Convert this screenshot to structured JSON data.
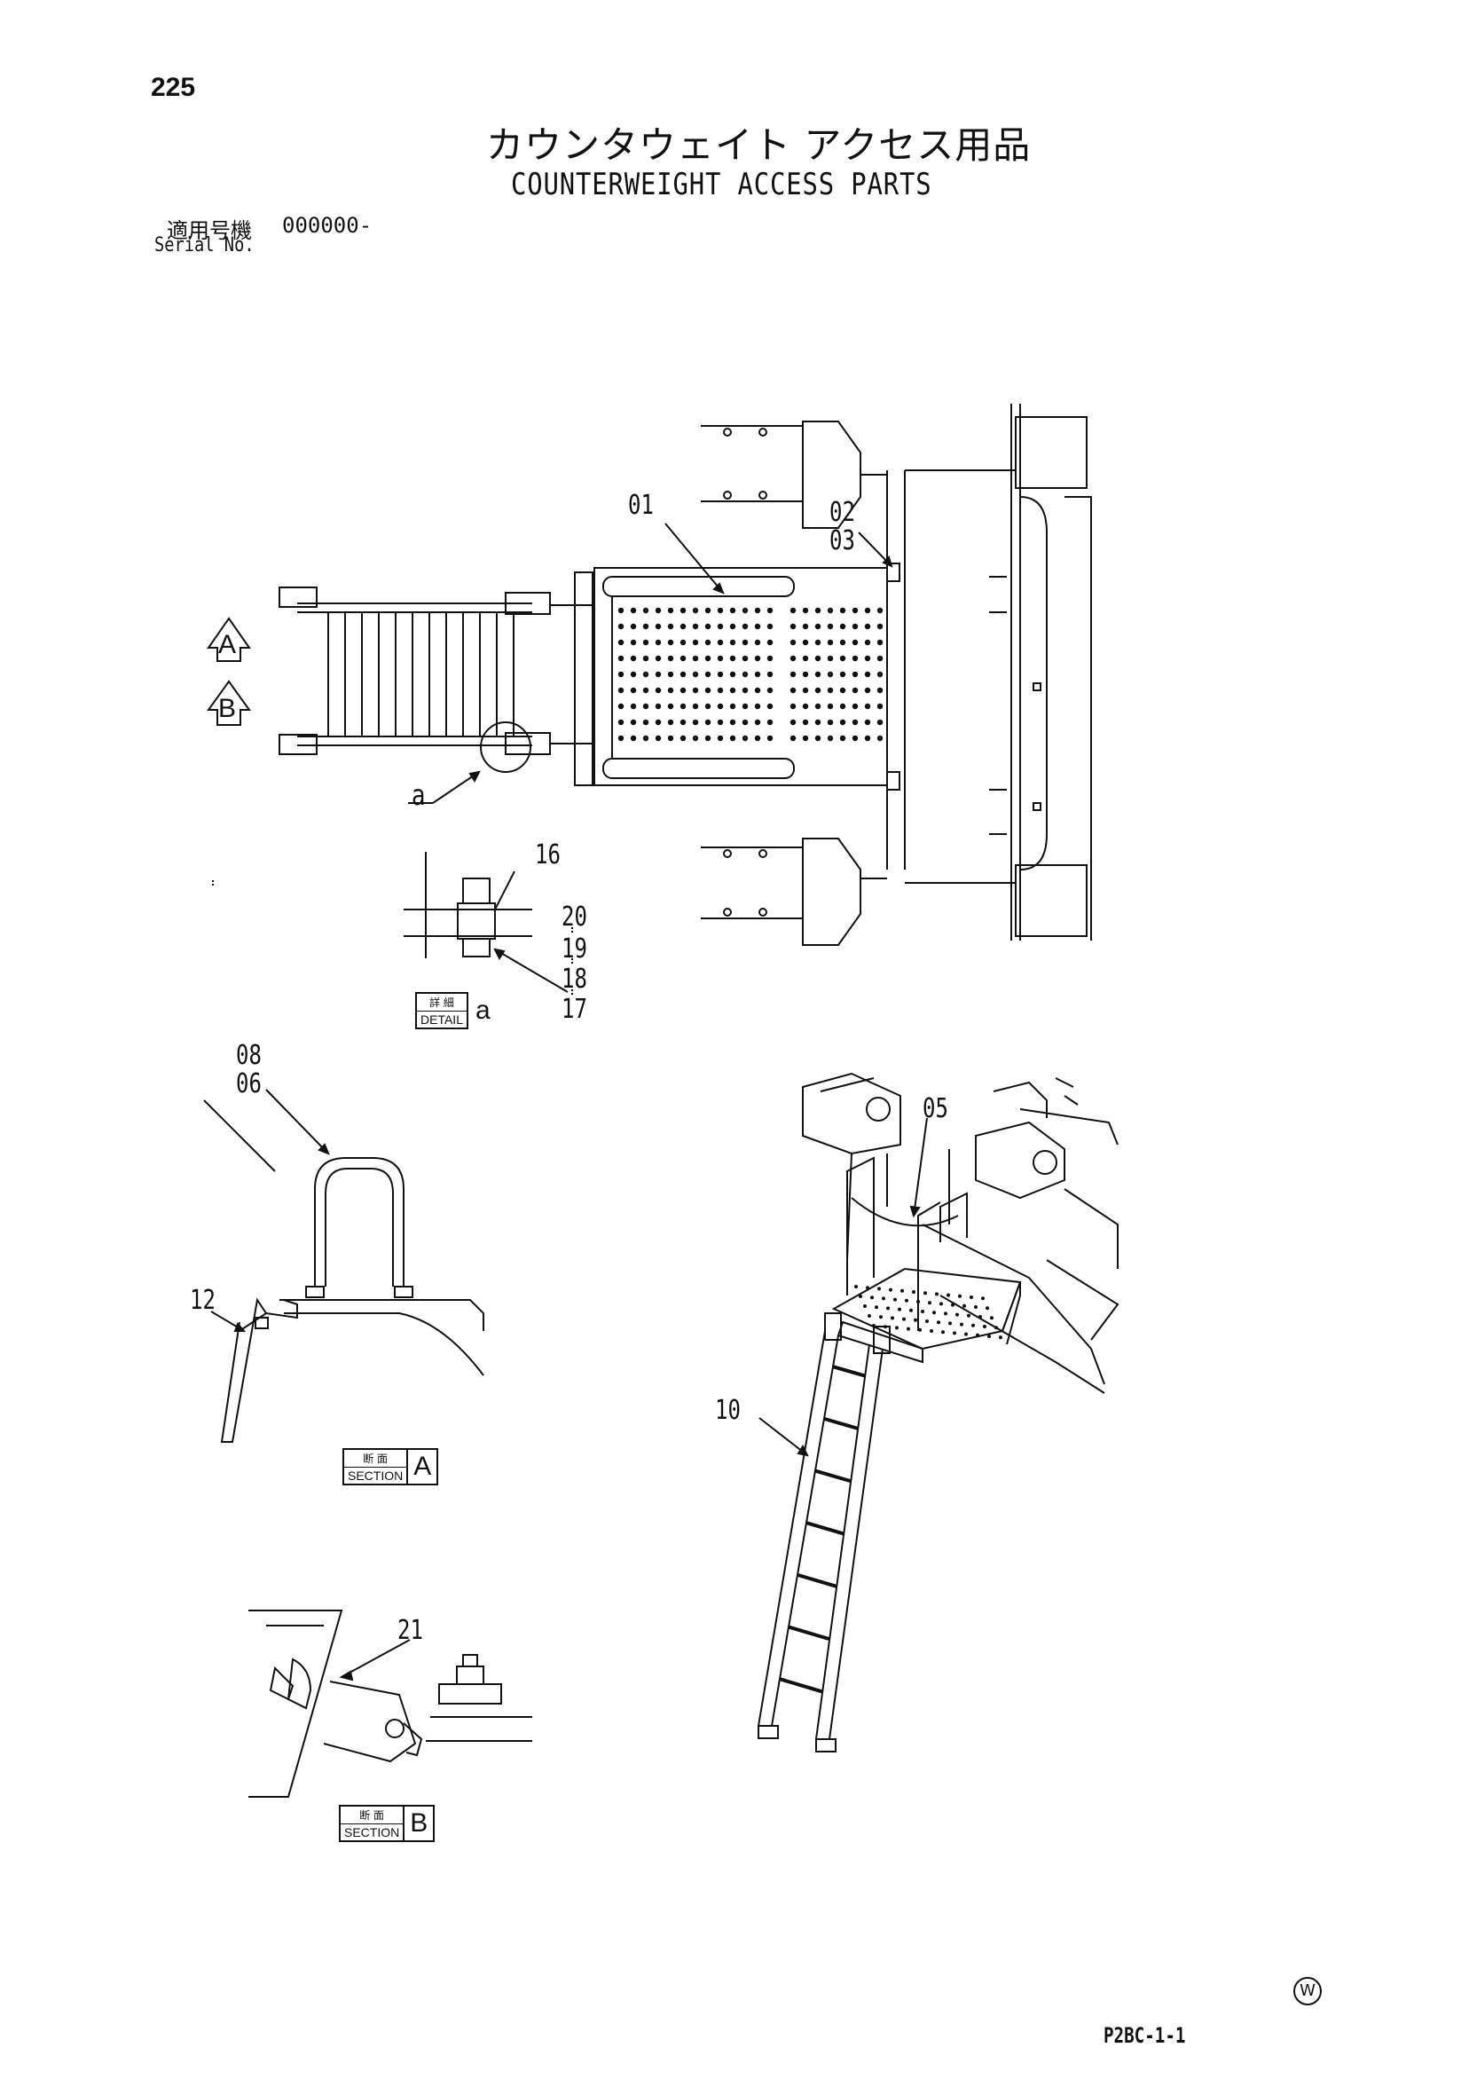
{
  "header": {
    "page_number": "225",
    "title_jp": "カウンタウェイト アクセス用品",
    "title_en": "COUNTERWEIGHT ACCESS PARTS",
    "serial_label_jp": "適用号機",
    "serial_value": "000000-",
    "serial_label_en": "Serial No."
  },
  "view_markers": [
    {
      "id": "A",
      "label": "A"
    },
    {
      "id": "B",
      "label": "B"
    }
  ],
  "callouts": {
    "c01": "01",
    "c02": "02",
    "c03": "03",
    "ca": "a",
    "c16": "16",
    "c20": "20",
    "c19": "19",
    "c18": "18",
    "c17": "17",
    "c08": "08",
    "c06": "06",
    "c12": "12",
    "c05": "05",
    "c10": "10",
    "c21": "21"
  },
  "detail_labels": {
    "detail_a": {
      "jp": "詳 細",
      "en": "DETAIL",
      "letter": "a"
    },
    "section_a": {
      "jp": "断 面",
      "en": "SECTION",
      "letter": "A"
    },
    "section_b": {
      "jp": "断 面",
      "en": "SECTION",
      "letter": "B"
    }
  },
  "footer": {
    "watermark_symbol": "W",
    "drawing_code": "P2BC-1-1"
  }
}
